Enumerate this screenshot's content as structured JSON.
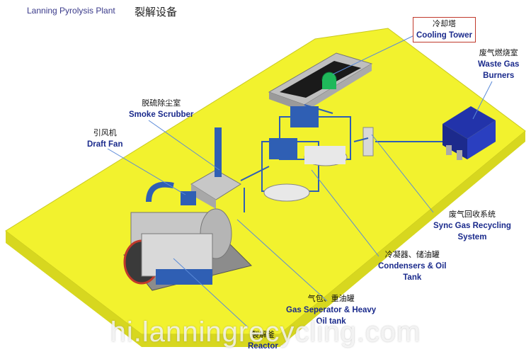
{
  "header": {
    "title_en": "Lanning Pyrolysis Plant",
    "title_cn": "裂解设备"
  },
  "labels": {
    "cooling_tower": {
      "cn": "冷却塔",
      "en": "Cooling Tower"
    },
    "waste_gas_burners": {
      "cn": "废气燃烧室",
      "en_line1": "Waste Gas",
      "en_line2": "Burners"
    },
    "smoke_scrubber": {
      "cn": "脱硫除尘室",
      "en": "Smoke Scrubber"
    },
    "draft_fan": {
      "cn": "引风机",
      "en": "Draft Fan"
    },
    "sync_gas": {
      "cn": "废气回收系统",
      "en_line1": "Sync Gas Recycling",
      "en_line2": "System"
    },
    "condensers": {
      "cn": "冷凝器、储油罐",
      "en_line1": "Condensers & Oil",
      "en_line2": "Tank"
    },
    "gas_separator": {
      "cn": "气包、重油罐",
      "en_line1": "Gas Seperator & Heavy",
      "en_line2": "Oil tank"
    },
    "reactor": {
      "cn": "裂解釜",
      "en": "Reactor"
    }
  },
  "watermark": "hi.lanningrecycling.com",
  "colors": {
    "platform": "#f2f22e",
    "reactor_blue": "#2f5fb4",
    "equipment_gray": "#c7c7c7",
    "label_blue": "#1a2a8c",
    "leader_line": "#5a8ad8"
  }
}
